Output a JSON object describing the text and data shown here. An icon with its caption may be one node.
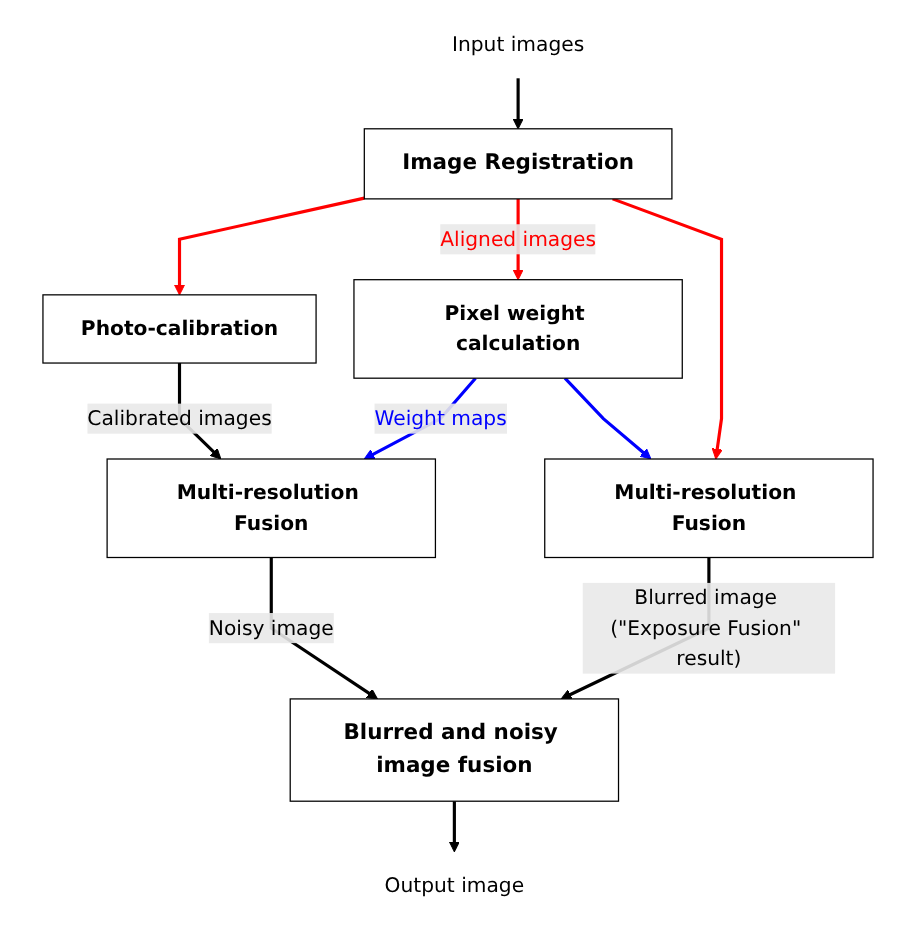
{
  "diagram": {
    "nodes": [
      {
        "text": [
          "Input images"
        ]
      },
      {
        "text": [
          "Image Registration"
        ]
      },
      {
        "text": [
          "Photo-calibration"
        ]
      },
      {
        "text": [
          "Pixel weight calculation"
        ]
      },
      {
        "text": [
          "Multi-resolution Fusion"
        ]
      },
      {
        "text": [
          "Multi-resolution Fusion"
        ]
      },
      {
        "text": [
          "Blurred and noisy image fusion"
        ]
      },
      {
        "text": [
          "Output image"
        ]
      }
    ],
    "edges": [
      {
        "from": 0,
        "to": 1,
        "arrow": "to"
      },
      {
        "from": 1,
        "to": 2,
        "arrow": "to",
        "color": "#ff0000"
      },
      {
        "from": 1,
        "to": 3,
        "arrow": "to",
        "color": "#ff0000",
        "label": "Aligned images"
      },
      {
        "from": 1,
        "to": 5,
        "arrow": "to",
        "color": "#ff0000"
      },
      {
        "from": 2,
        "to": 4,
        "arrow": "to",
        "label": "Calibrated images"
      },
      {
        "from": 3,
        "to": 4,
        "arrow": "to",
        "color": "#0000ff",
        "label": "Weight maps"
      },
      {
        "from": 3,
        "to": 5,
        "arrow": "to",
        "color": "#0000ff"
      },
      {
        "from": 4,
        "to": 6,
        "arrow": "to",
        "label": "Noisy image"
      },
      {
        "from": 5,
        "to": 6,
        "arrow": "to",
        "label": "Blurred image (\"Exposure Fusion\" result)"
      },
      {
        "from": 6,
        "to": 7,
        "arrow": "to"
      }
    ]
  }
}
